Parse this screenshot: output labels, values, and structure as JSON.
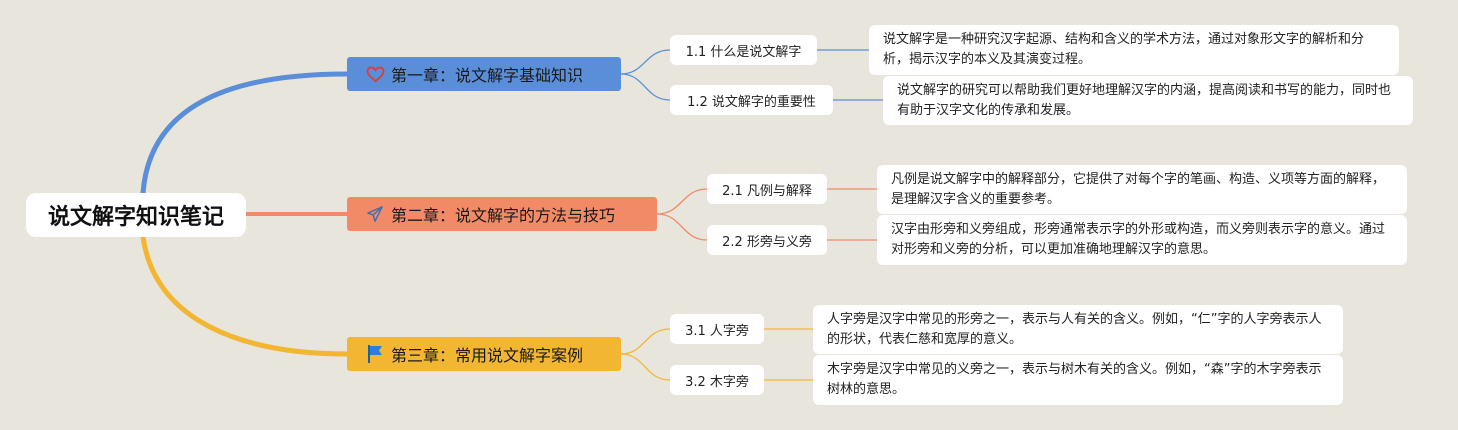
{
  "root": {
    "title": "说文解字知识笔记"
  },
  "colors": {
    "chapter1": "#5b8ed8",
    "chapter2": "#f28a68",
    "chapter3": "#f2b632",
    "background": "#e8e5dc"
  },
  "chapters": [
    {
      "title": "第一章：说文解字基础知识",
      "icon": "heart-icon",
      "sections": [
        {
          "label": "1.1 什么是说文解字",
          "description": "说文解字是一种研究汉字起源、结构和含义的学术方法，通过对象形文字的解析和分析，揭示汉字的本义及其演变过程。"
        },
        {
          "label": "1.2 说文解字的重要性",
          "description": "说文解字的研究可以帮助我们更好地理解汉字的内涵，提高阅读和书写的能力，同时也有助于汉字文化的传承和发展。"
        }
      ]
    },
    {
      "title": "第二章：说文解字的方法与技巧",
      "icon": "paper-plane-icon",
      "sections": [
        {
          "label": "2.1 凡例与解释",
          "description": "凡例是说文解字中的解释部分，它提供了对每个字的笔画、构造、义项等方面的解释，是理解汉字含义的重要参考。"
        },
        {
          "label": "2.2 形旁与义旁",
          "description": "汉字由形旁和义旁组成，形旁通常表示字的外形或构造，而义旁则表示字的意义。通过对形旁和义旁的分析，可以更加准确地理解汉字的意思。"
        }
      ]
    },
    {
      "title": "第三章：常用说文解字案例",
      "icon": "flag-icon",
      "sections": [
        {
          "label": "3.1 人字旁",
          "description": "人字旁是汉字中常见的形旁之一，表示与人有关的含义。例如，“仁”字的人字旁表示人的形状，代表仁慈和宽厚的意义。"
        },
        {
          "label": "3.2 木字旁",
          "description": "木字旁是汉字中常见的义旁之一，表示与树木有关的含义。例如，“森”字的木字旁表示树林的意思。"
        }
      ]
    }
  ]
}
